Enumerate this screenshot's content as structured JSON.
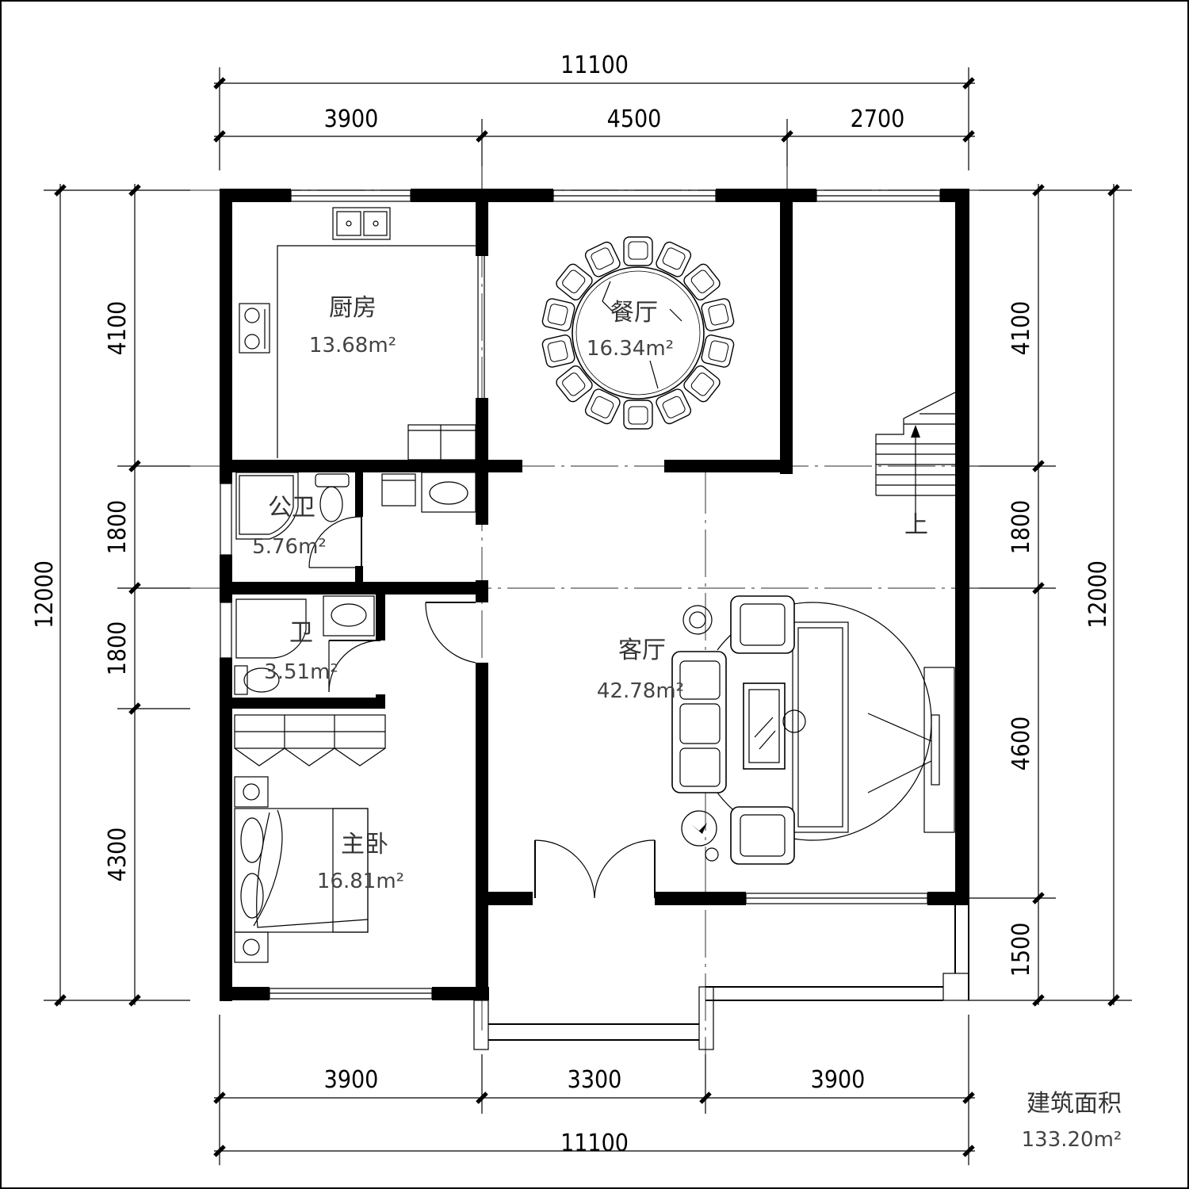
{
  "dimensions": {
    "top_total": "11100",
    "top_segments": [
      "3900",
      "4500",
      "2700"
    ],
    "bottom_total": "11100",
    "bottom_segments": [
      "3900",
      "3300",
      "3900"
    ],
    "left_total": "12000",
    "left_segments": [
      "4100",
      "1800",
      "1800",
      "4300"
    ],
    "right_total": "12000",
    "right_segments": [
      "4100",
      "1800",
      "4600",
      "1500"
    ]
  },
  "rooms": {
    "kitchen": {
      "name": "厨房",
      "area": "13.68m²"
    },
    "dining": {
      "name": "餐厅",
      "area": "16.34m²"
    },
    "public_bath": {
      "name": "公卫",
      "area": "5.76m²"
    },
    "bath2": {
      "name": "卫",
      "area": "3.51m²"
    },
    "living": {
      "name": "客厅",
      "area": "42.78m²"
    },
    "master_bedroom": {
      "name": "主卧",
      "area": "16.81m²"
    }
  },
  "stairs": {
    "label": "上"
  },
  "building_area": {
    "label": "建筑面积",
    "value": "133.20m²"
  }
}
